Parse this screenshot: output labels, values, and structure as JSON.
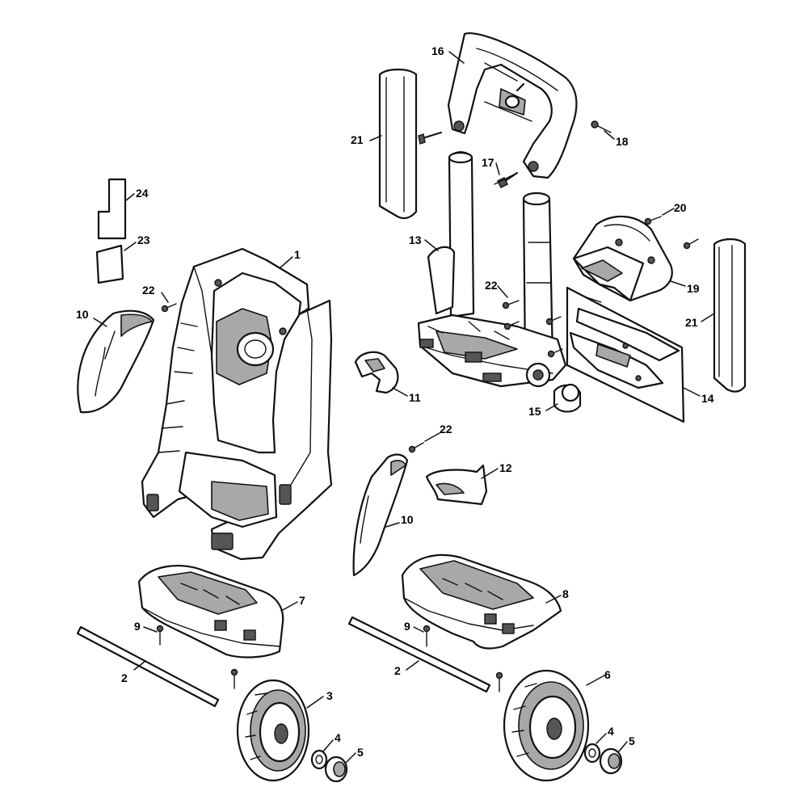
{
  "callouts": {
    "c1": "1",
    "c2a": "2",
    "c2b": "2",
    "c3": "3",
    "c4a": "4",
    "c4b": "4",
    "c5a": "5",
    "c5b": "5",
    "c6": "6",
    "c7": "7",
    "c8": "8",
    "c9a": "9",
    "c9b": "9",
    "c10a": "10",
    "c10b": "10",
    "c11": "11",
    "c12": "12",
    "c13": "13",
    "c14": "14",
    "c15": "15",
    "c16": "16",
    "c17": "17",
    "c18": "18",
    "c19": "19",
    "c20": "20",
    "c21a": "21",
    "c21b": "21",
    "c22a": "22",
    "c22b": "22",
    "c22c": "22",
    "c23": "23",
    "c24": "24"
  }
}
